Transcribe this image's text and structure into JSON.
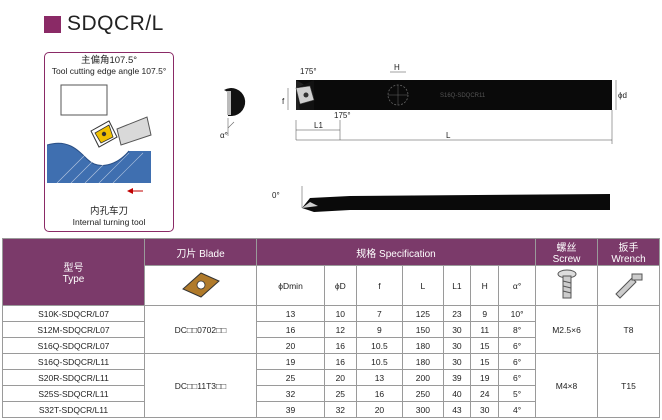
{
  "title": "SDQCR/L",
  "colors": {
    "accent": "#7b3a6a",
    "brand_square": "#8a2a66"
  },
  "card": {
    "angle_cn": "主偏角107.5°",
    "angle_en": "Tool cutting edge angle 107.5°",
    "tool_cn": "内孔车刀",
    "tool_en": "Internal turning tool"
  },
  "drawing": {
    "angle_top": "175°",
    "angle_bottom": "175°",
    "label_f": "f",
    "label_h": "H",
    "label_d": "ϕd",
    "label_L1": "L1",
    "label_L": "L",
    "label_alpha": "α°",
    "label_zero": "0°",
    "bar_marking": "S16Q-SDQCR11"
  },
  "table": {
    "type_cn": "型号",
    "type_en": "Type",
    "blade_header": "刀片 Blade",
    "spec_header": "规格 Specification",
    "screw_cn": "螺丝",
    "screw_en": "Screw",
    "wrench_cn": "扳手",
    "wrench_en": "Wrench",
    "columns": [
      "ϕDmin",
      "ϕD",
      "f",
      "L",
      "L1",
      "H",
      "α°"
    ],
    "group1": {
      "blade": "DC□□0702□□",
      "screw": "M2.5×6",
      "wrench": "T8",
      "rows": [
        [
          "S10K-SDQCR/L07",
          "13",
          "10",
          "7",
          "125",
          "23",
          "9",
          "10°"
        ],
        [
          "S12M-SDQCR/L07",
          "16",
          "12",
          "9",
          "150",
          "30",
          "11",
          "8°"
        ],
        [
          "S16Q-SDQCR/L07",
          "20",
          "16",
          "10.5",
          "180",
          "30",
          "15",
          "6°"
        ]
      ]
    },
    "group2": {
      "blade": "DC□□11T3□□",
      "screw": "M4×8",
      "wrench": "T15",
      "rows": [
        [
          "S16Q-SDQCR/L11",
          "19",
          "16",
          "10.5",
          "180",
          "30",
          "15",
          "6°"
        ],
        [
          "S20R-SDQCR/L11",
          "25",
          "20",
          "13",
          "200",
          "39",
          "19",
          "6°"
        ],
        [
          "S25S-SDQCR/L11",
          "32",
          "25",
          "16",
          "250",
          "40",
          "24",
          "5°"
        ],
        [
          "S32T-SDQCR/L11",
          "39",
          "32",
          "20",
          "300",
          "43",
          "30",
          "4°"
        ]
      ]
    }
  }
}
